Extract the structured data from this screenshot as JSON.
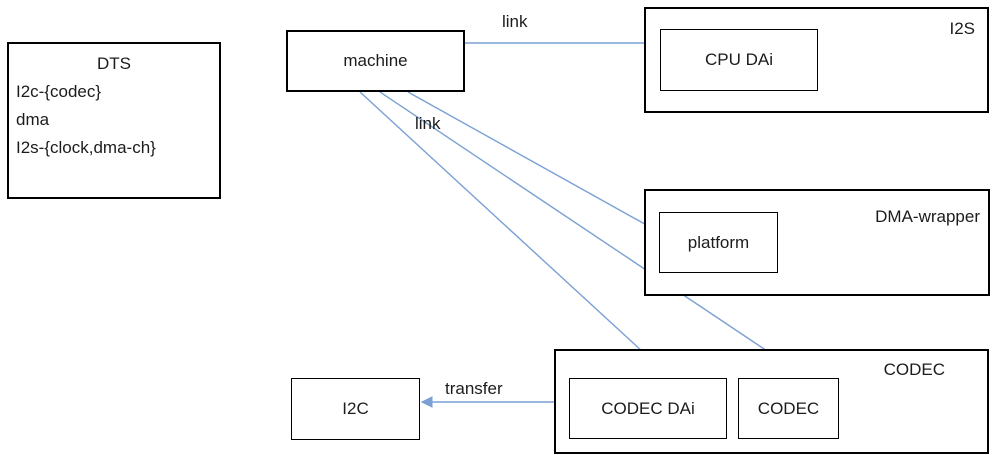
{
  "diagram": {
    "nodes": {
      "dts": {
        "title": "DTS",
        "lines": [
          "I2c-{codec}",
          "dma",
          "I2s-{clock,dma-ch}"
        ]
      },
      "machine": {
        "label": "machine"
      },
      "i2s": {
        "label": "I2S"
      },
      "cpu_dai": {
        "label": "CPU DAi"
      },
      "dma_wrapper": {
        "label": "DMA-wrapper"
      },
      "platform": {
        "label": "platform"
      },
      "codec_group": {
        "label": "CODEC"
      },
      "codec_dai": {
        "label": "CODEC DAi"
      },
      "codec": {
        "label": "CODEC"
      },
      "i2c": {
        "label": "I2C"
      }
    },
    "edges": [
      {
        "from": "machine",
        "to": "cpu_dai",
        "label": "link"
      },
      {
        "from": "machine",
        "to": "platform",
        "label": "link"
      },
      {
        "from": "machine",
        "to": "codec_dai",
        "label": ""
      },
      {
        "from": "machine",
        "to": "codec",
        "label": ""
      },
      {
        "from": "codec_group",
        "to": "i2c",
        "label": "transfer"
      }
    ],
    "colors": {
      "arrow": "#7aa0d4",
      "border": "#000000",
      "text": "#1c1c1c",
      "background": "#ffffff"
    }
  }
}
